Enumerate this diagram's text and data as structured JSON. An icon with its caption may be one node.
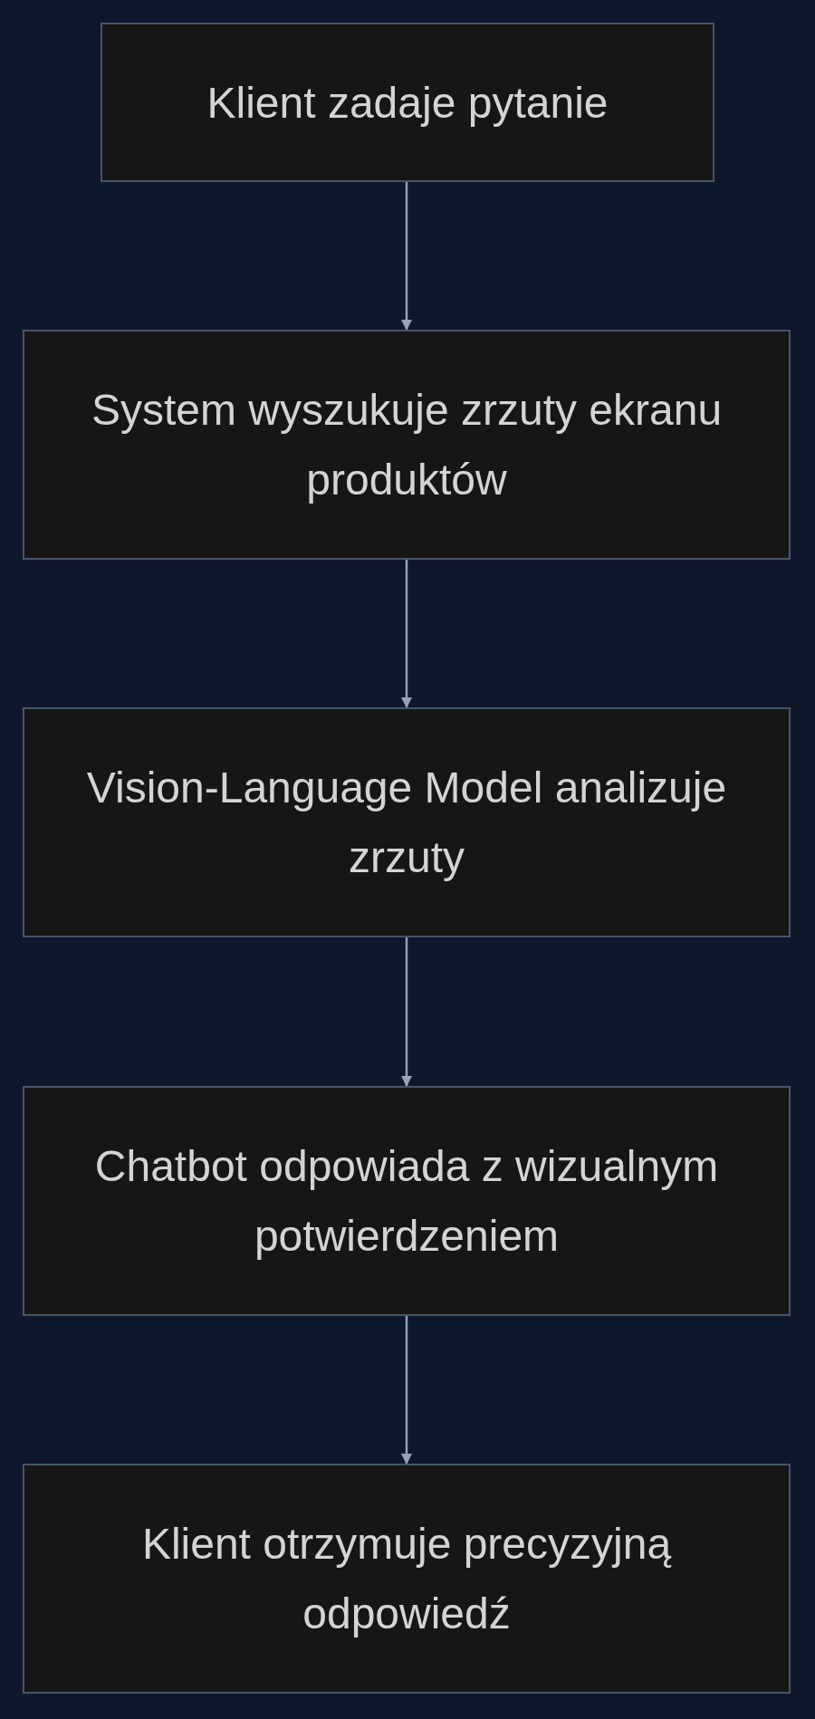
{
  "diagram": {
    "nodes": [
      {
        "text": [
          "Klient zadaje pytanie"
        ]
      },
      {
        "text": [
          "System wyszukuje zrzuty ekranu produktów"
        ]
      },
      {
        "text": [
          "Vision-Language Model analizuje zrzuty"
        ]
      },
      {
        "text": [
          "Chatbot odpowiada z wizualnym potwierdzeniem"
        ]
      },
      {
        "text": [
          "Klient otrzymuje precyzyjną odpowiedź"
        ]
      }
    ],
    "edges": [
      {
        "from": 0,
        "to": 1,
        "arrow": "to"
      },
      {
        "from": 1,
        "to": 2,
        "arrow": "to"
      },
      {
        "from": 2,
        "to": 3,
        "arrow": "to"
      },
      {
        "from": 3,
        "to": 4,
        "arrow": "to"
      }
    ]
  }
}
